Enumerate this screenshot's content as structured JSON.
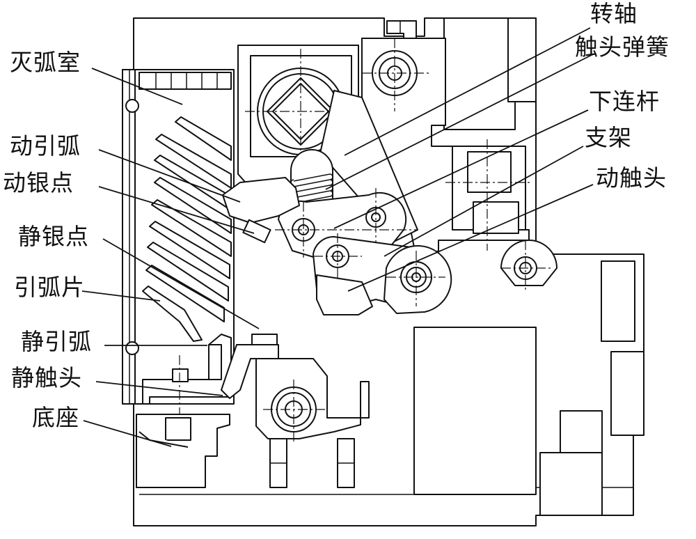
{
  "labels": {
    "left": [
      {
        "id": "arc-chamber",
        "text": "灭弧室"
      },
      {
        "id": "moving-arc-runner",
        "text": "动引弧"
      },
      {
        "id": "moving-silver-point",
        "text": "动银点"
      },
      {
        "id": "static-silver-point",
        "text": "静银点"
      },
      {
        "id": "arc-plate",
        "text": "引弧片"
      },
      {
        "id": "static-arc-runner",
        "text": "静引弧"
      },
      {
        "id": "static-contact",
        "text": "静触头"
      },
      {
        "id": "base",
        "text": "底座"
      }
    ],
    "right": [
      {
        "id": "rotating-shaft",
        "text": "转轴"
      },
      {
        "id": "contact-spring",
        "text": "触头弹簧"
      },
      {
        "id": "lower-link",
        "text": "下连杆"
      },
      {
        "id": "bracket",
        "text": "支架"
      },
      {
        "id": "moving-contact",
        "text": "动触头"
      }
    ]
  }
}
